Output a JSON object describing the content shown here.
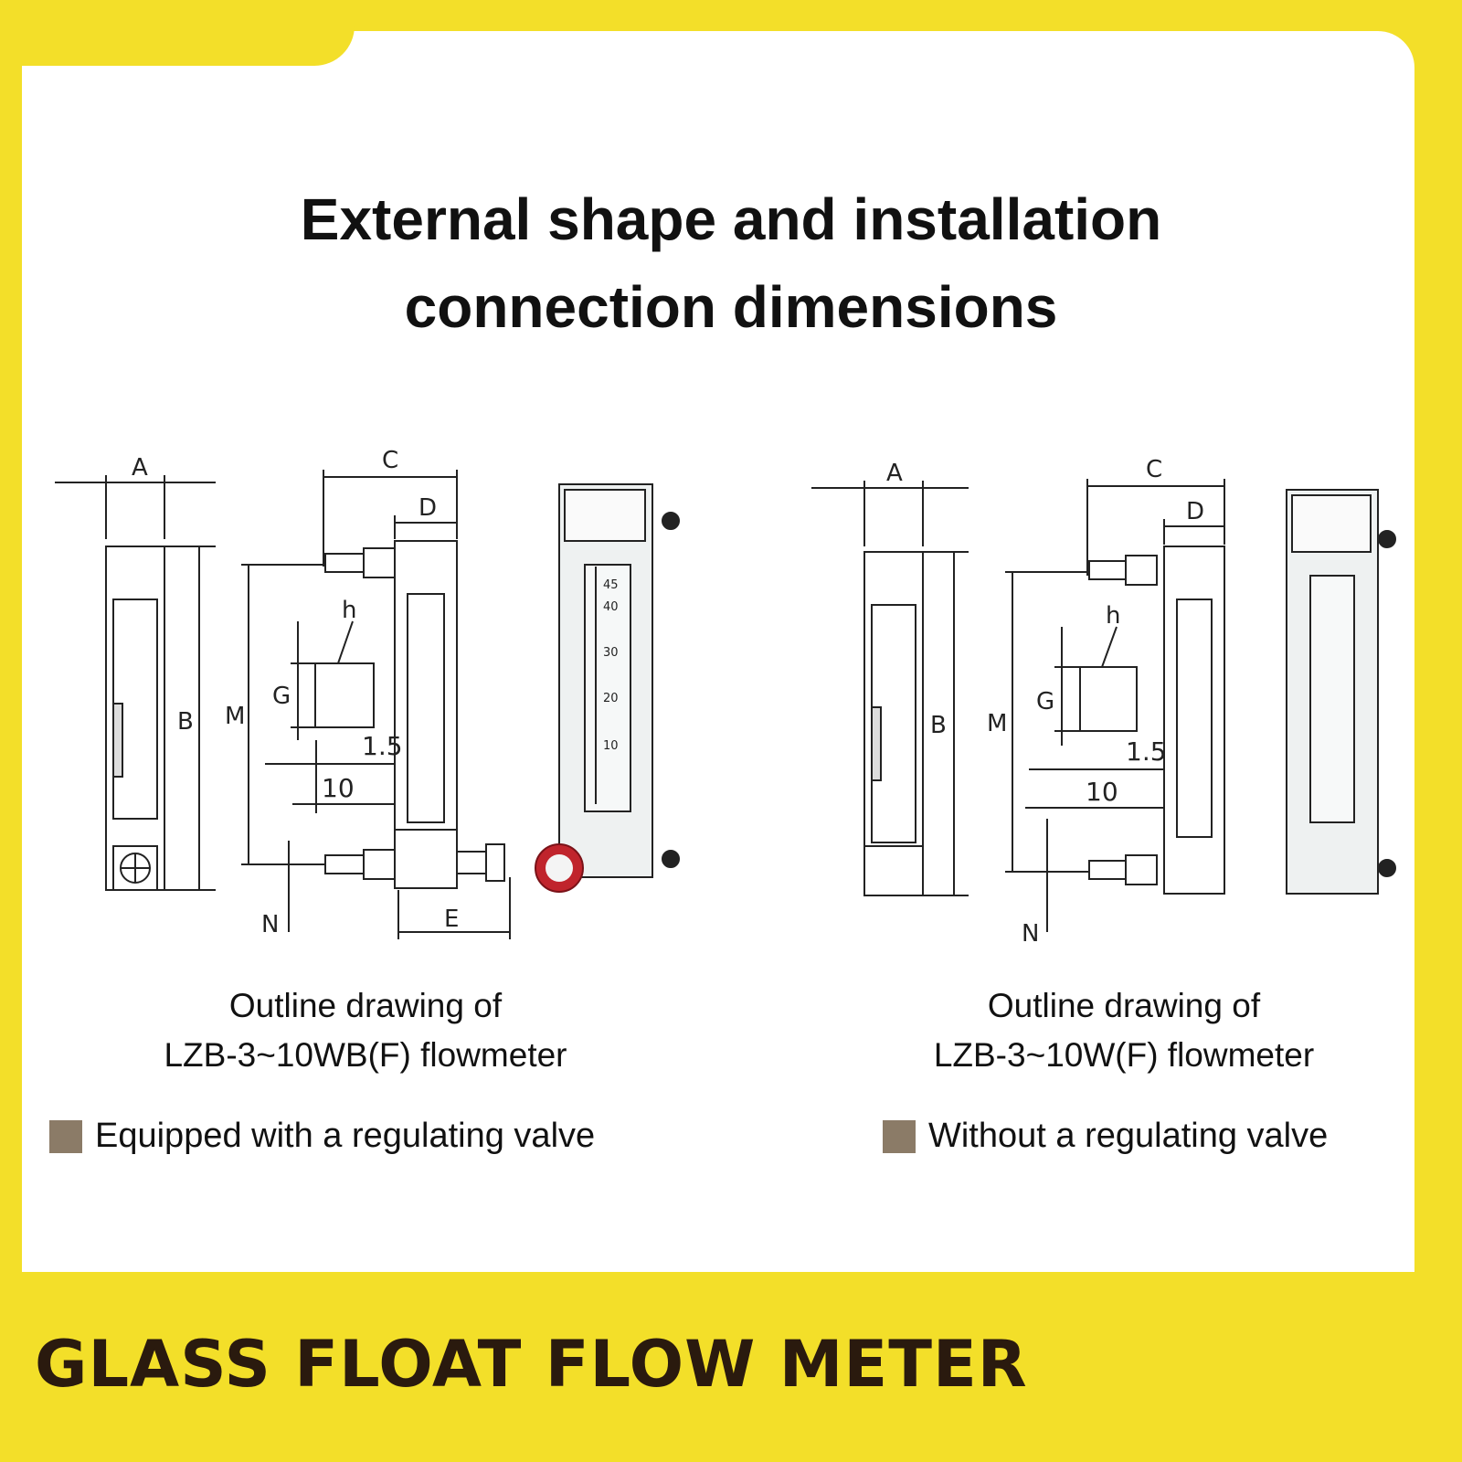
{
  "heading": {
    "line1": "External shape and installation",
    "line2": "connection dimensions"
  },
  "left": {
    "caption_line1": "Outline drawing of",
    "caption_line2": "LZB-3~10WB(F) flowmeter",
    "bullet": "Equipped with a regulating valve",
    "labels": {
      "a": "A",
      "b": "B",
      "c": "C",
      "d": "D",
      "e": "E",
      "m": "M",
      "n": "N",
      "g": "G",
      "h": "h",
      "v15": "1.5",
      "v10": "10"
    },
    "scale": [
      "45",
      "40",
      "30",
      "20",
      "10"
    ]
  },
  "right": {
    "caption_line1": "Outline drawing of",
    "caption_line2": "LZB-3~10W(F) flowmeter",
    "bullet": "Without a regulating valve",
    "labels": {
      "a": "A",
      "b": "B",
      "c": "C",
      "d": "D",
      "m": "M",
      "n": "N",
      "g": "G",
      "h": "h",
      "v15": "1.5",
      "v10": "10"
    }
  },
  "footer": {
    "title": "GLASS FLOAT FLOW METER"
  },
  "colors": {
    "background": "#f3df29",
    "panel": "#ffffff",
    "bullet": "#8b7b67",
    "valve": "#c0242c"
  }
}
